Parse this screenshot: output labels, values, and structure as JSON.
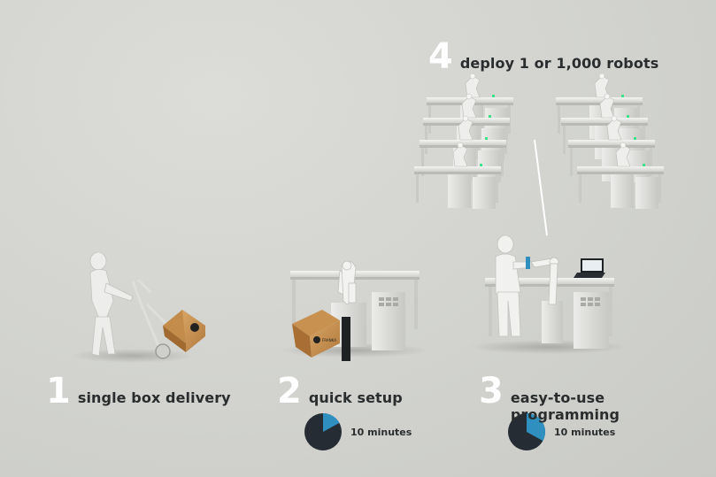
{
  "steps": [
    {
      "number": "1",
      "label": "single box delivery"
    },
    {
      "number": "2",
      "label": "quick setup",
      "duration": "10 minutes",
      "fraction": 0.17
    },
    {
      "number": "3",
      "label": "easy-to-use programming",
      "duration": "10 minutes",
      "fraction": 0.33
    },
    {
      "number": "4",
      "label": "deploy 1 or 1,000 robots"
    }
  ],
  "colors": {
    "background": "#d2d3cf",
    "pie_dark": "#252c33",
    "pie_accent": "#2f8fbf",
    "step_number": "#ffffff",
    "label_text": "#2a2d2e",
    "status_led": "#3ee08a"
  },
  "box_logo": "FRANKA"
}
